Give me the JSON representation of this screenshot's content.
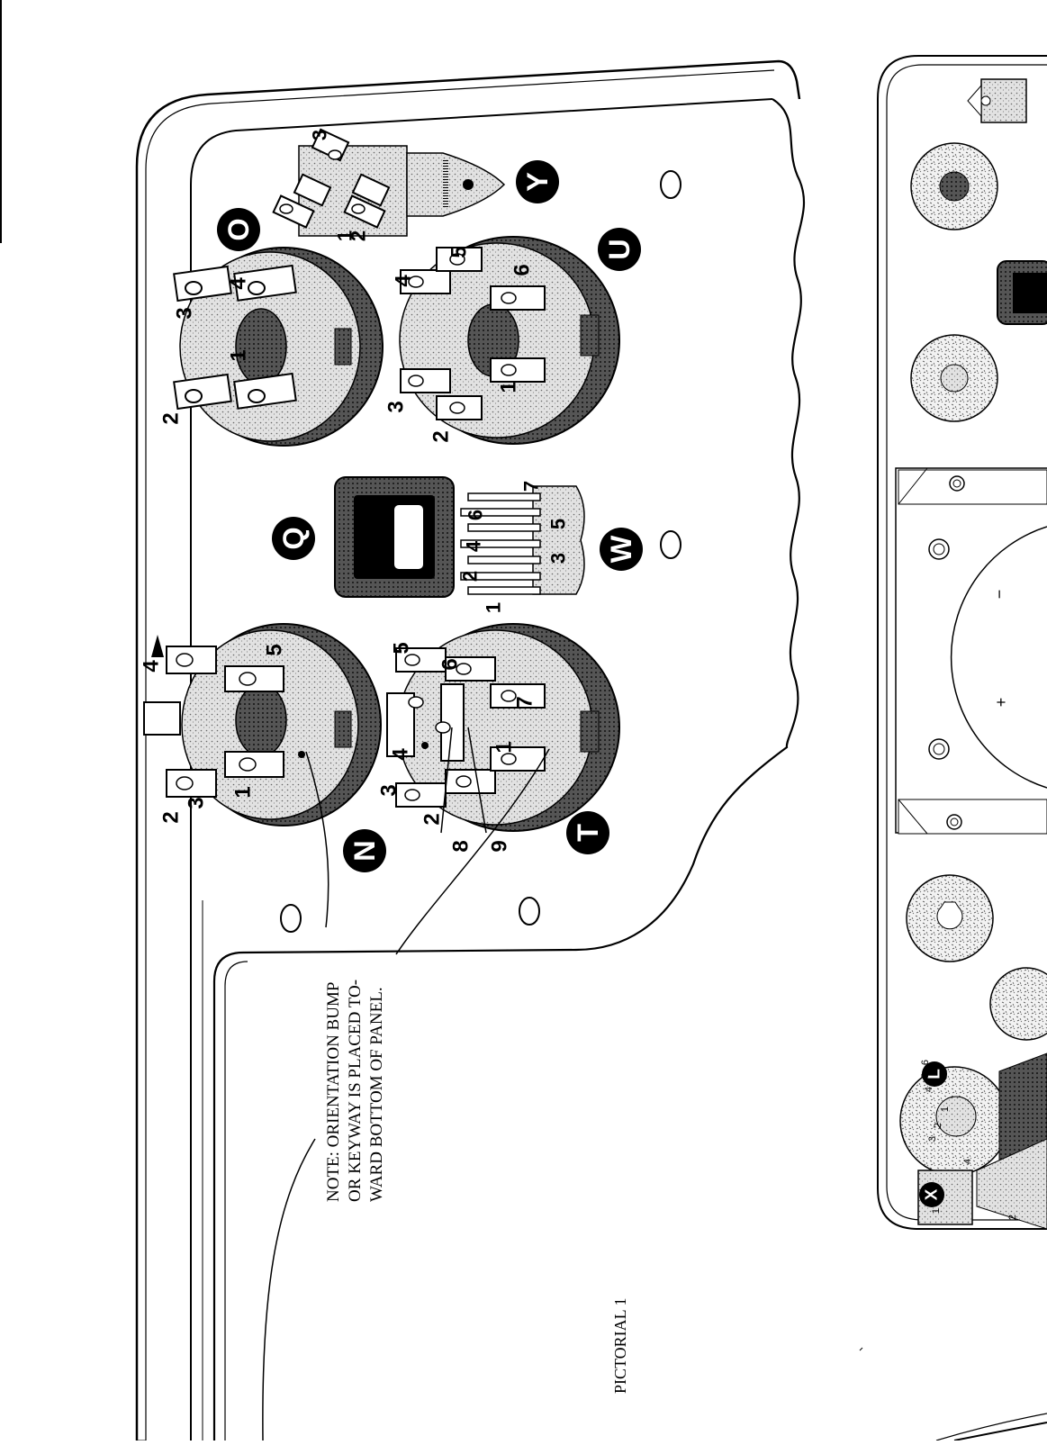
{
  "figure": {
    "caption": "PICTORIAL 1",
    "note_lines": [
      "NOTE:  ORIENTATION BUMP",
      "OR KEYWAY IS PLACED TO-",
      "WARD BOTTOM OF PANEL."
    ]
  },
  "callouts": [
    "O",
    "Y",
    "U",
    "Q",
    "W",
    "N",
    "T",
    "L",
    "X"
  ],
  "sockets": {
    "O": {
      "pins": [
        "1",
        "2",
        "3",
        "4"
      ]
    },
    "U": {
      "pins": [
        "1",
        "2",
        "3",
        "4",
        "5",
        "6"
      ]
    },
    "N": {
      "pins": [
        "1",
        "2",
        "3",
        "4",
        "5"
      ]
    },
    "T": {
      "pins": [
        "1",
        "2",
        "3",
        "4",
        "5",
        "6",
        "7",
        "8",
        "9"
      ]
    }
  },
  "terminal_strip_Y": {
    "pins": [
      "1",
      "2",
      "3"
    ]
  },
  "plug_W": {
    "pins": [
      "1",
      "2",
      "3",
      "4",
      "5",
      "6",
      "7"
    ]
  },
  "right_panel": {
    "meter_marks": [
      "−",
      "+"
    ],
    "socket_L_pins": [
      "1",
      "2",
      "3",
      "4",
      "5",
      "6"
    ],
    "strip_X_pins": [
      "1",
      "2",
      "4"
    ]
  },
  "colors": {
    "ink": "#000000",
    "paper": "#ffffff",
    "stipple": "#c8c8c8"
  }
}
